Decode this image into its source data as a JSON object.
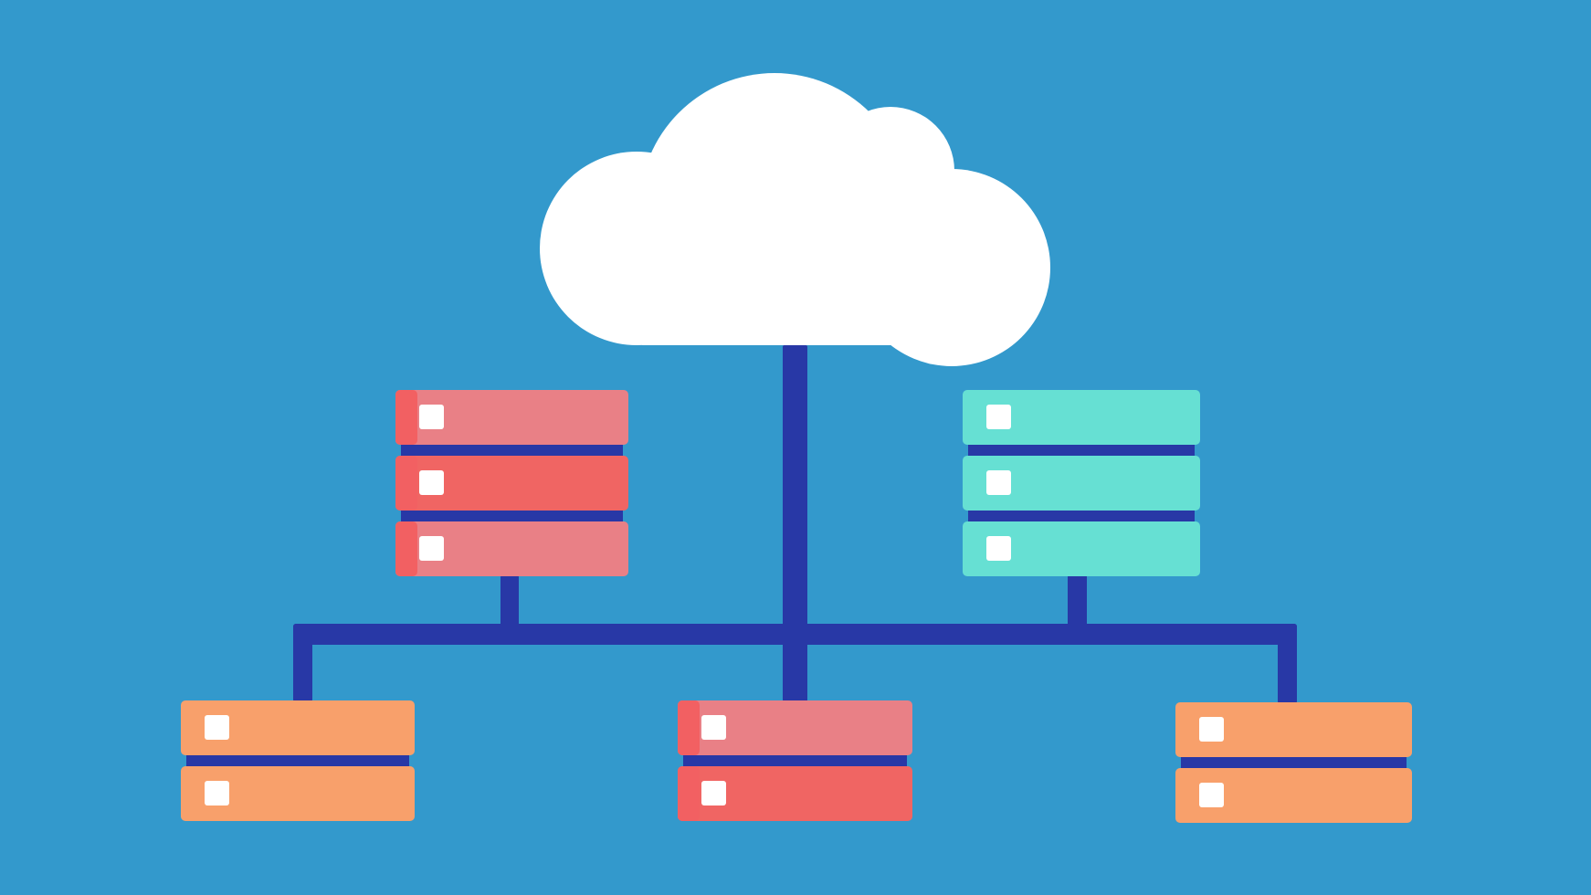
{
  "diagram": {
    "kind": "cloud-network-topology",
    "colors": {
      "background": "#3399CC",
      "cloud": "#FFFFFF",
      "connector": "#2838A6",
      "indicator": "#FFFFFF",
      "red_light": "#E98086",
      "red_dark": "#F06563",
      "red_edge": "#F26062",
      "teal": "#66E0D3",
      "orange": "#F8A06B"
    },
    "cloud": {
      "icon": "cloud-icon"
    },
    "servers": [
      {
        "id": "server-top-left",
        "units": [
          "red_light",
          "red_dark",
          "red_light"
        ],
        "edge": "red_edge"
      },
      {
        "id": "server-top-right",
        "units": [
          "teal",
          "teal",
          "teal"
        ],
        "edge": null
      },
      {
        "id": "server-bottom-left",
        "units": [
          "orange",
          "orange"
        ],
        "edge": null
      },
      {
        "id": "server-bottom-center",
        "units": [
          "red_light",
          "red_dark"
        ],
        "edge": "red_edge"
      },
      {
        "id": "server-bottom-right",
        "units": [
          "orange",
          "orange"
        ],
        "edge": null
      }
    ]
  }
}
